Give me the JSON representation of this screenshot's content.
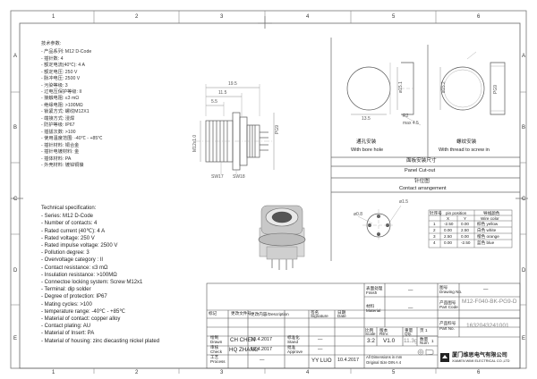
{
  "zones": {
    "top": [
      "1",
      "2",
      "3",
      "4",
      "5",
      "6"
    ],
    "bottom": [
      "1",
      "2",
      "3",
      "4",
      "5",
      "6"
    ],
    "left": [
      "A",
      "B",
      "C",
      "D",
      "E"
    ],
    "right": [
      "A",
      "B",
      "C",
      "D",
      "E"
    ]
  },
  "spec_cn": {
    "title": "技术参数:",
    "lines": [
      "- 产品系列: M12 D-Code",
      "- 插针数: 4",
      "- 额定电流(40℃): 4 A",
      "- 额定电压: 250 V",
      "- 脉冲电压: 2500 V",
      "- 污染等级: 3",
      "- 过电压保护等级: II",
      "- 接触电阻: ≤3 mΩ",
      "- 绝缘电阻: >100MΩ",
      "- 锁紧方式: 螺纹M12X1",
      "- 端接方式: 浸焊",
      "- 防护等级: IP67",
      "- 插拔次数: >100",
      "- 使用温度范围: -40℃ - +85℃",
      "- 插针材料: 铜合金",
      "- 插针电镀材料: 金",
      "- 插体材料: PA",
      "- 外壳材料: 镀锌铜镍"
    ]
  },
  "spec_en": {
    "title": "Technical specification:",
    "lines": [
      "- Series: M12 D-Code",
      "- Number of contacts: 4",
      "- Rated current (40℃): 4 A",
      "- Rated voltage: 250 V",
      "- Rated impulse voltage: 2500 V",
      "- Pollution degree: 3",
      "- Overvoltage category : II",
      "- Contact resistance: ≤3 mΩ",
      "- Insulation resistance: >100MΩ",
      "- Connectoe locking system: Screw M12x1",
      "- Terminal: dip solder",
      "- Degree of protection: IP67",
      "- Mating cycles: >100",
      "- temperature range: -40℃ - +85℃",
      "- Material of contact: copper alloy",
      "- Contact plating: AU",
      "- Material of Insert: PA",
      "- Material of housing: zinc diecasting nickel plated"
    ]
  },
  "dims": {
    "d195": "19.5",
    "d115": "11.5",
    "d55": "5.5",
    "pg9": "PG9",
    "m12": "M12x1.0",
    "sw17": "SW17",
    "sw18": "SW18",
    "d151": "ø15.1",
    "d135": "13.5",
    "d152": "R2",
    "max45": "max 4.5",
    "d152b": "ø15.2",
    "pg9b": "PG9",
    "d15": "ø1.5",
    "d0": "ø0.8"
  },
  "views": {
    "bore_cn": "通孔安装",
    "bore_en": "With bore hole",
    "thread_cn": "螺纹安装",
    "thread_en": "With thread to screw in",
    "panel_cn": "面板安装尺寸",
    "panel_en": "Panel Cut-out",
    "contact_cn": "针位图",
    "contact_en": "Contact arrangement"
  },
  "pin_table": {
    "header_cn": [
      "针序号",
      "pin position",
      "",
      "导线颜色"
    ],
    "header_en": [
      "",
      "X",
      "Y",
      "Wire color"
    ],
    "rows": [
      [
        "1",
        "-2.50",
        "0.00",
        "棕色 yellow"
      ],
      [
        "2",
        "0.00",
        "2.50",
        "白色 white"
      ],
      [
        "3",
        "2.50",
        "0.00",
        "橙色 orange"
      ],
      [
        "4",
        "0.00",
        "-2.50",
        "蓝色 blue"
      ]
    ]
  },
  "title_block": {
    "finish_cn": "表面处理",
    "finish_en": "Finish",
    "finish_val": "—",
    "material_cn": "材料",
    "material_en": "Material",
    "material_val": "—",
    "drawing_cn": "图号",
    "drawing_en": "Drawing No.",
    "drawing_val": "—",
    "part_code_cn": "产品图号",
    "part_code_en": "Part Code",
    "part_code_val": "M12-F040-BK-PG9-D",
    "part_no_cn": "产品料号",
    "part_no_en": "Part No.",
    "part_no_val": "1632043241001",
    "scale_cn": "比例",
    "scale_en": "Scale",
    "scale_val": "3:2",
    "rev_cn": "版本",
    "rev_en": "REV.",
    "rev_val": "V1.0",
    "weight_cn": "重量",
    "weight_en": "Qty.",
    "weight_val": "11.3g",
    "sheet_cn": "页",
    "sheet_val": "1",
    "num_cn": "数量",
    "num_en": "Num",
    "num_val": "1",
    "mark_cn": "标记",
    "mark_en": "Mark",
    "change_cn": "更改文件号",
    "change_en": "Modified",
    "desc_cn": "更改内容/Description",
    "sig_cn": "签名",
    "sig_en": "Signature",
    "date_cn": "日期",
    "date_en": "Date",
    "drawn_cn": "绘制",
    "drawn_en": "Drawn",
    "drawn_name": "CH CHEN",
    "drawn_date": "10.4.2017",
    "check_cn": "审核",
    "check_en": "Check",
    "check_name": "HQ ZHANG",
    "check_date": "10.4.2017",
    "stand_cn": "标准化",
    "stand_en": "Stand",
    "stand_val": "—",
    "approve_cn": "批准",
    "approve_en": "Approve",
    "process_cn": "工艺",
    "process_en": "Process",
    "approve_name": "YY LUO",
    "approve_date": "10.4.2017",
    "row2_dash": "—",
    "row3_dash": "—",
    "tol_note1": "All Dimensions in mm",
    "tol_note2": "Original Size DIN A 4",
    "company_cn": "厦门维思电气有限公司",
    "company_en": "XIAMEN WIMI ELECTRICAL CO.,LTD"
  },
  "colors": {
    "line": "#555555",
    "light": "#999999",
    "grey_text": "#888888"
  }
}
